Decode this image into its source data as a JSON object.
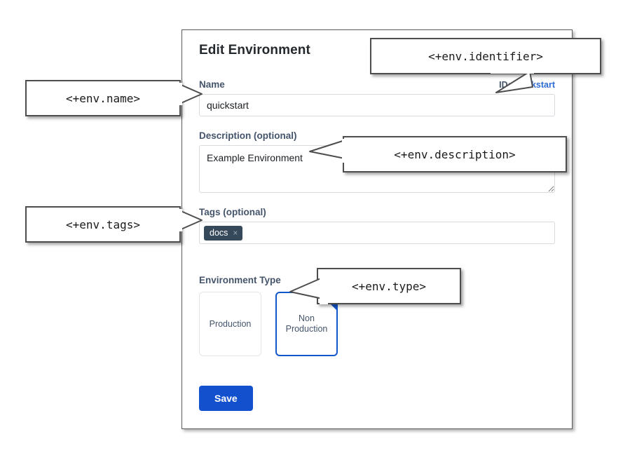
{
  "dialog": {
    "title": "Edit Environment",
    "identifier": {
      "key": "ID:",
      "value": "quickstart"
    },
    "fields": {
      "name": {
        "label": "Name",
        "value": "quickstart",
        "placeholder": ""
      },
      "description": {
        "label": "Description (optional)",
        "value": "Example Environment",
        "placeholder": ""
      },
      "tags": {
        "label": "Tags (optional)",
        "chips": [
          {
            "label": "docs",
            "remove_icon": "close-icon",
            "remove_glyph": "×"
          }
        ]
      }
    },
    "environment_type": {
      "label": "Environment Type",
      "options": [
        {
          "label": "Production",
          "selected": false
        },
        {
          "label": "Non Production",
          "line1": "Non",
          "line2": "Production",
          "selected": true,
          "check_glyph": "✓"
        }
      ]
    },
    "save_label": "Save"
  },
  "callouts": {
    "name": "<+env.name>",
    "identifier": "<+env.identifier>",
    "description": "<+env.description>",
    "tags": "<+env.tags>",
    "type": "<+env.type>"
  },
  "colors": {
    "accent_blue": "#1350ce",
    "link_blue": "#2d6cd2",
    "label_slate": "#44546a",
    "chip_bg": "#36495a",
    "callout_border": "#4d4d4d",
    "input_border": "#d7dade"
  }
}
